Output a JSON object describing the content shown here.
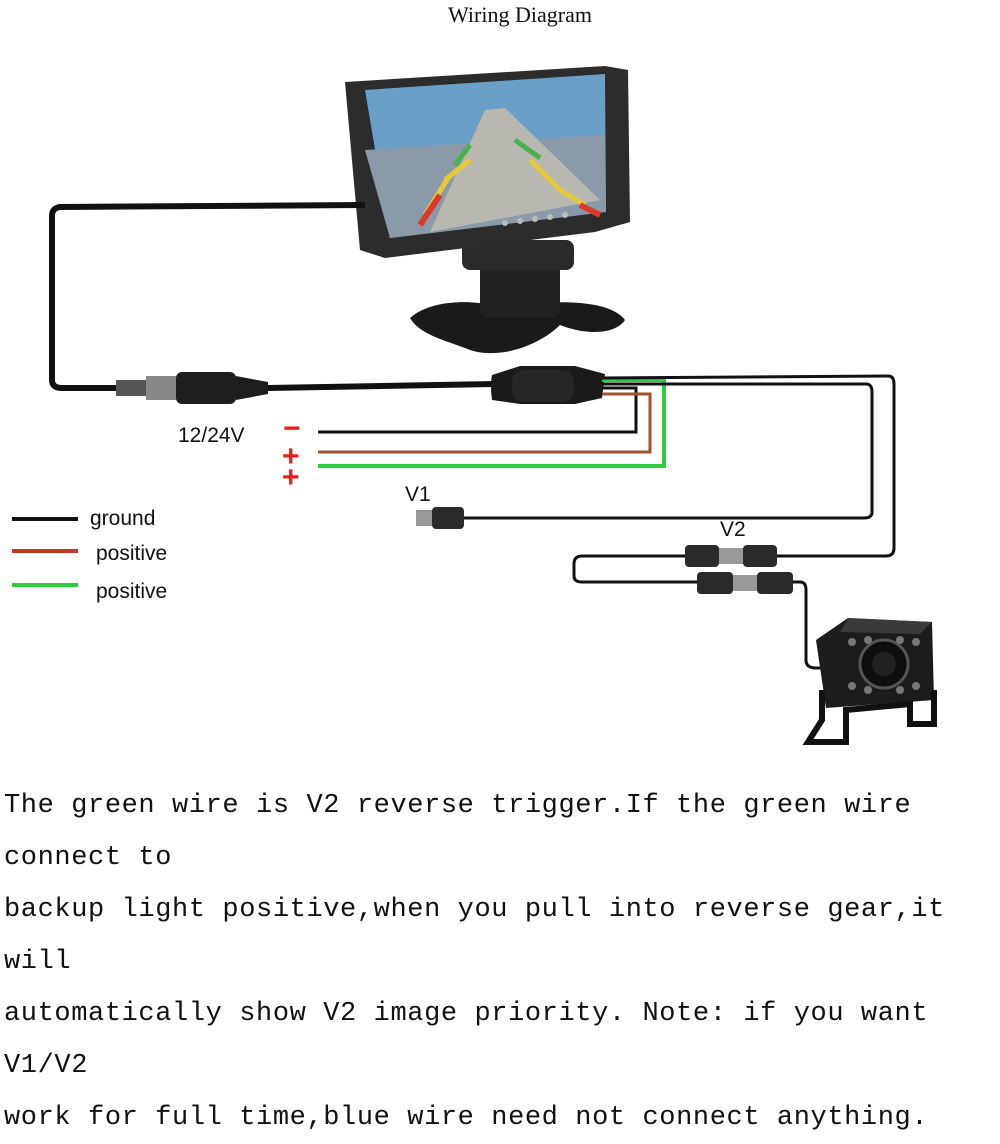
{
  "title": "Wiring Diagram",
  "labels": {
    "voltage": "12/24V",
    "minus_sign": "−",
    "plus_sign": "+",
    "v1": "V1",
    "v2": "V2"
  },
  "legend": [
    {
      "text": "ground",
      "color": "#111111"
    },
    {
      "text": "positive",
      "color": "#c0392b"
    },
    {
      "text": "positive",
      "color": "#2ecc40"
    }
  ],
  "colors": {
    "wire_ground": "#111111",
    "wire_positive_red": "#a0522d",
    "wire_positive_green": "#2ecc40",
    "sign_red": "#e41e1e"
  },
  "devices": {
    "monitor_icon": "monitor-icon",
    "camera_icon": "backup-camera-icon"
  },
  "note": "The green wire is V2 reverse trigger.If the green wire connect to\nbackup light positive,when you pull into reverse gear,it will\nautomatically show V2 image priority. Note: if you want V1/V2\nwork for full time,blue wire need not connect anything."
}
